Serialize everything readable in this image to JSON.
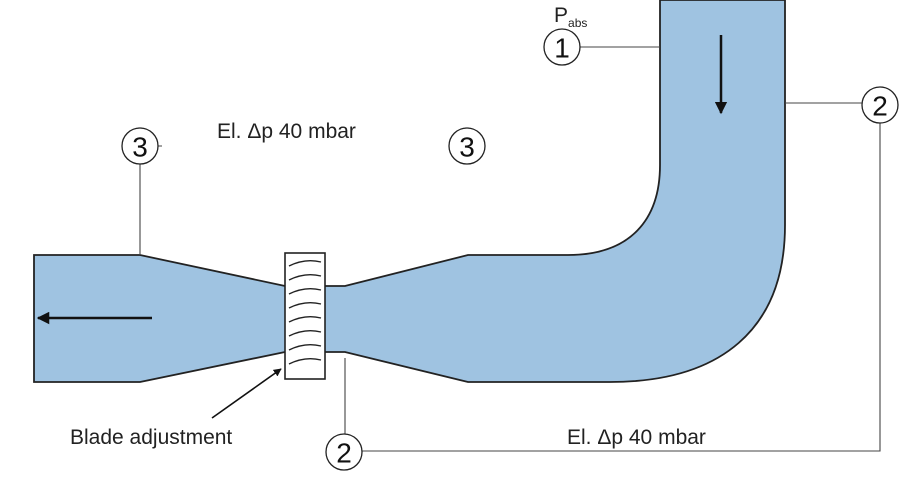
{
  "diagram": {
    "pressure_label": {
      "main": "P",
      "sub": "abs"
    },
    "points": {
      "p1": "1",
      "p2_upper": "2",
      "p2_lower": "2",
      "p3_left": "3",
      "p3_right": "3"
    },
    "dp_upper": "El. Δp 40 mbar",
    "dp_lower": "El. Δp 40 mbar",
    "blade_label": "Blade adjustment"
  },
  "colors": {
    "fluid": "#9fc3e1",
    "outline": "#222222",
    "leader": "#444444"
  }
}
